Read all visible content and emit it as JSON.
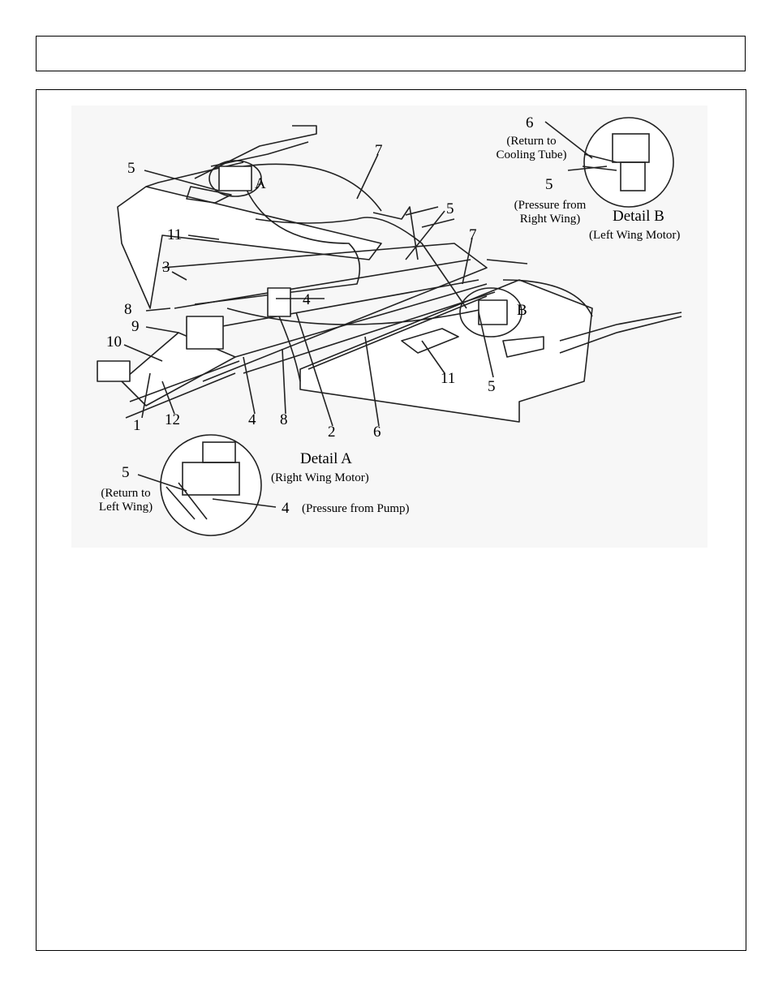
{
  "header": {
    "title": ""
  },
  "diagram": {
    "callouts": [
      "5",
      "7",
      "5",
      "7",
      "11",
      "3",
      "4",
      "8",
      "9",
      "10",
      "1",
      "12",
      "4",
      "8",
      "2",
      "6",
      "11",
      "5",
      "A",
      "B"
    ],
    "detail_a": {
      "title": "Detail A",
      "subtitle": "(Right Wing Motor)",
      "num_return": "5",
      "return_line1": "(Return to",
      "return_line2": "Left Wing)",
      "num_pressure": "4",
      "pressure_text": "(Pressure from Pump)"
    },
    "detail_b": {
      "title": "Detail B",
      "subtitle": "(Left Wing Motor)",
      "num_return": "6",
      "return_line1": "(Return to",
      "return_line2": "Cooling Tube)",
      "num_pressure": "5",
      "pressure_line1": "(Pressure from",
      "pressure_line2": "Right Wing)"
    }
  }
}
